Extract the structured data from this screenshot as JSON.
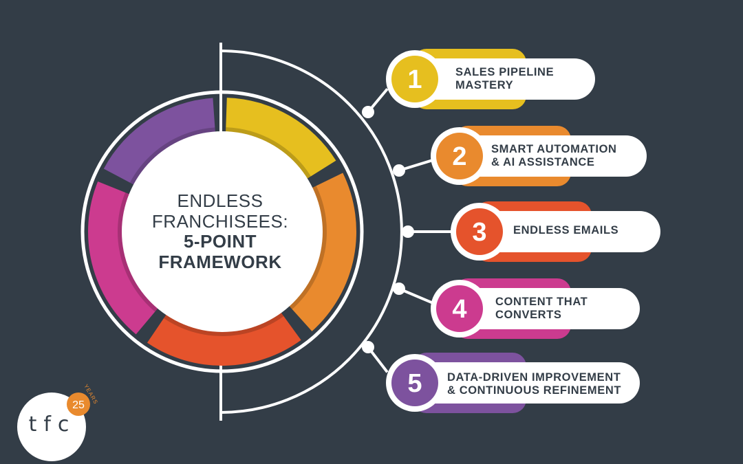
{
  "center": {
    "line1": "ENDLESS",
    "line2": "FRANCHISEES:",
    "line3": "5-POINT",
    "line4": "FRAMEWORK"
  },
  "items": [
    {
      "number": "1",
      "label": "SALES PIPELINE\nMASTERY",
      "color": "#e6bf1f"
    },
    {
      "number": "2",
      "label": "SMART AUTOMATION\n& AI ASSISTANCE",
      "color": "#e98a2e"
    },
    {
      "number": "3",
      "label": "ENDLESS EMAILS",
      "color": "#e5532c"
    },
    {
      "number": "4",
      "label": "CONTENT THAT\nCONVERTS",
      "color": "#cc3b8f"
    },
    {
      "number": "5",
      "label": "DATA-DRIVEN IMPROVEMENT\n& CONTINUOUS REFINEMENT",
      "color": "#7d529e"
    }
  ],
  "ring_colors": {
    "yellow": "#e6bf1f",
    "orange": "#e98a2e",
    "red": "#e5532c",
    "magenta": "#cc3b8f",
    "purple": "#7d529e"
  },
  "logo": {
    "text": "tfc",
    "badge_number": "25",
    "badge_caption": "YEARS",
    "badge_color": "#e98a2e"
  }
}
